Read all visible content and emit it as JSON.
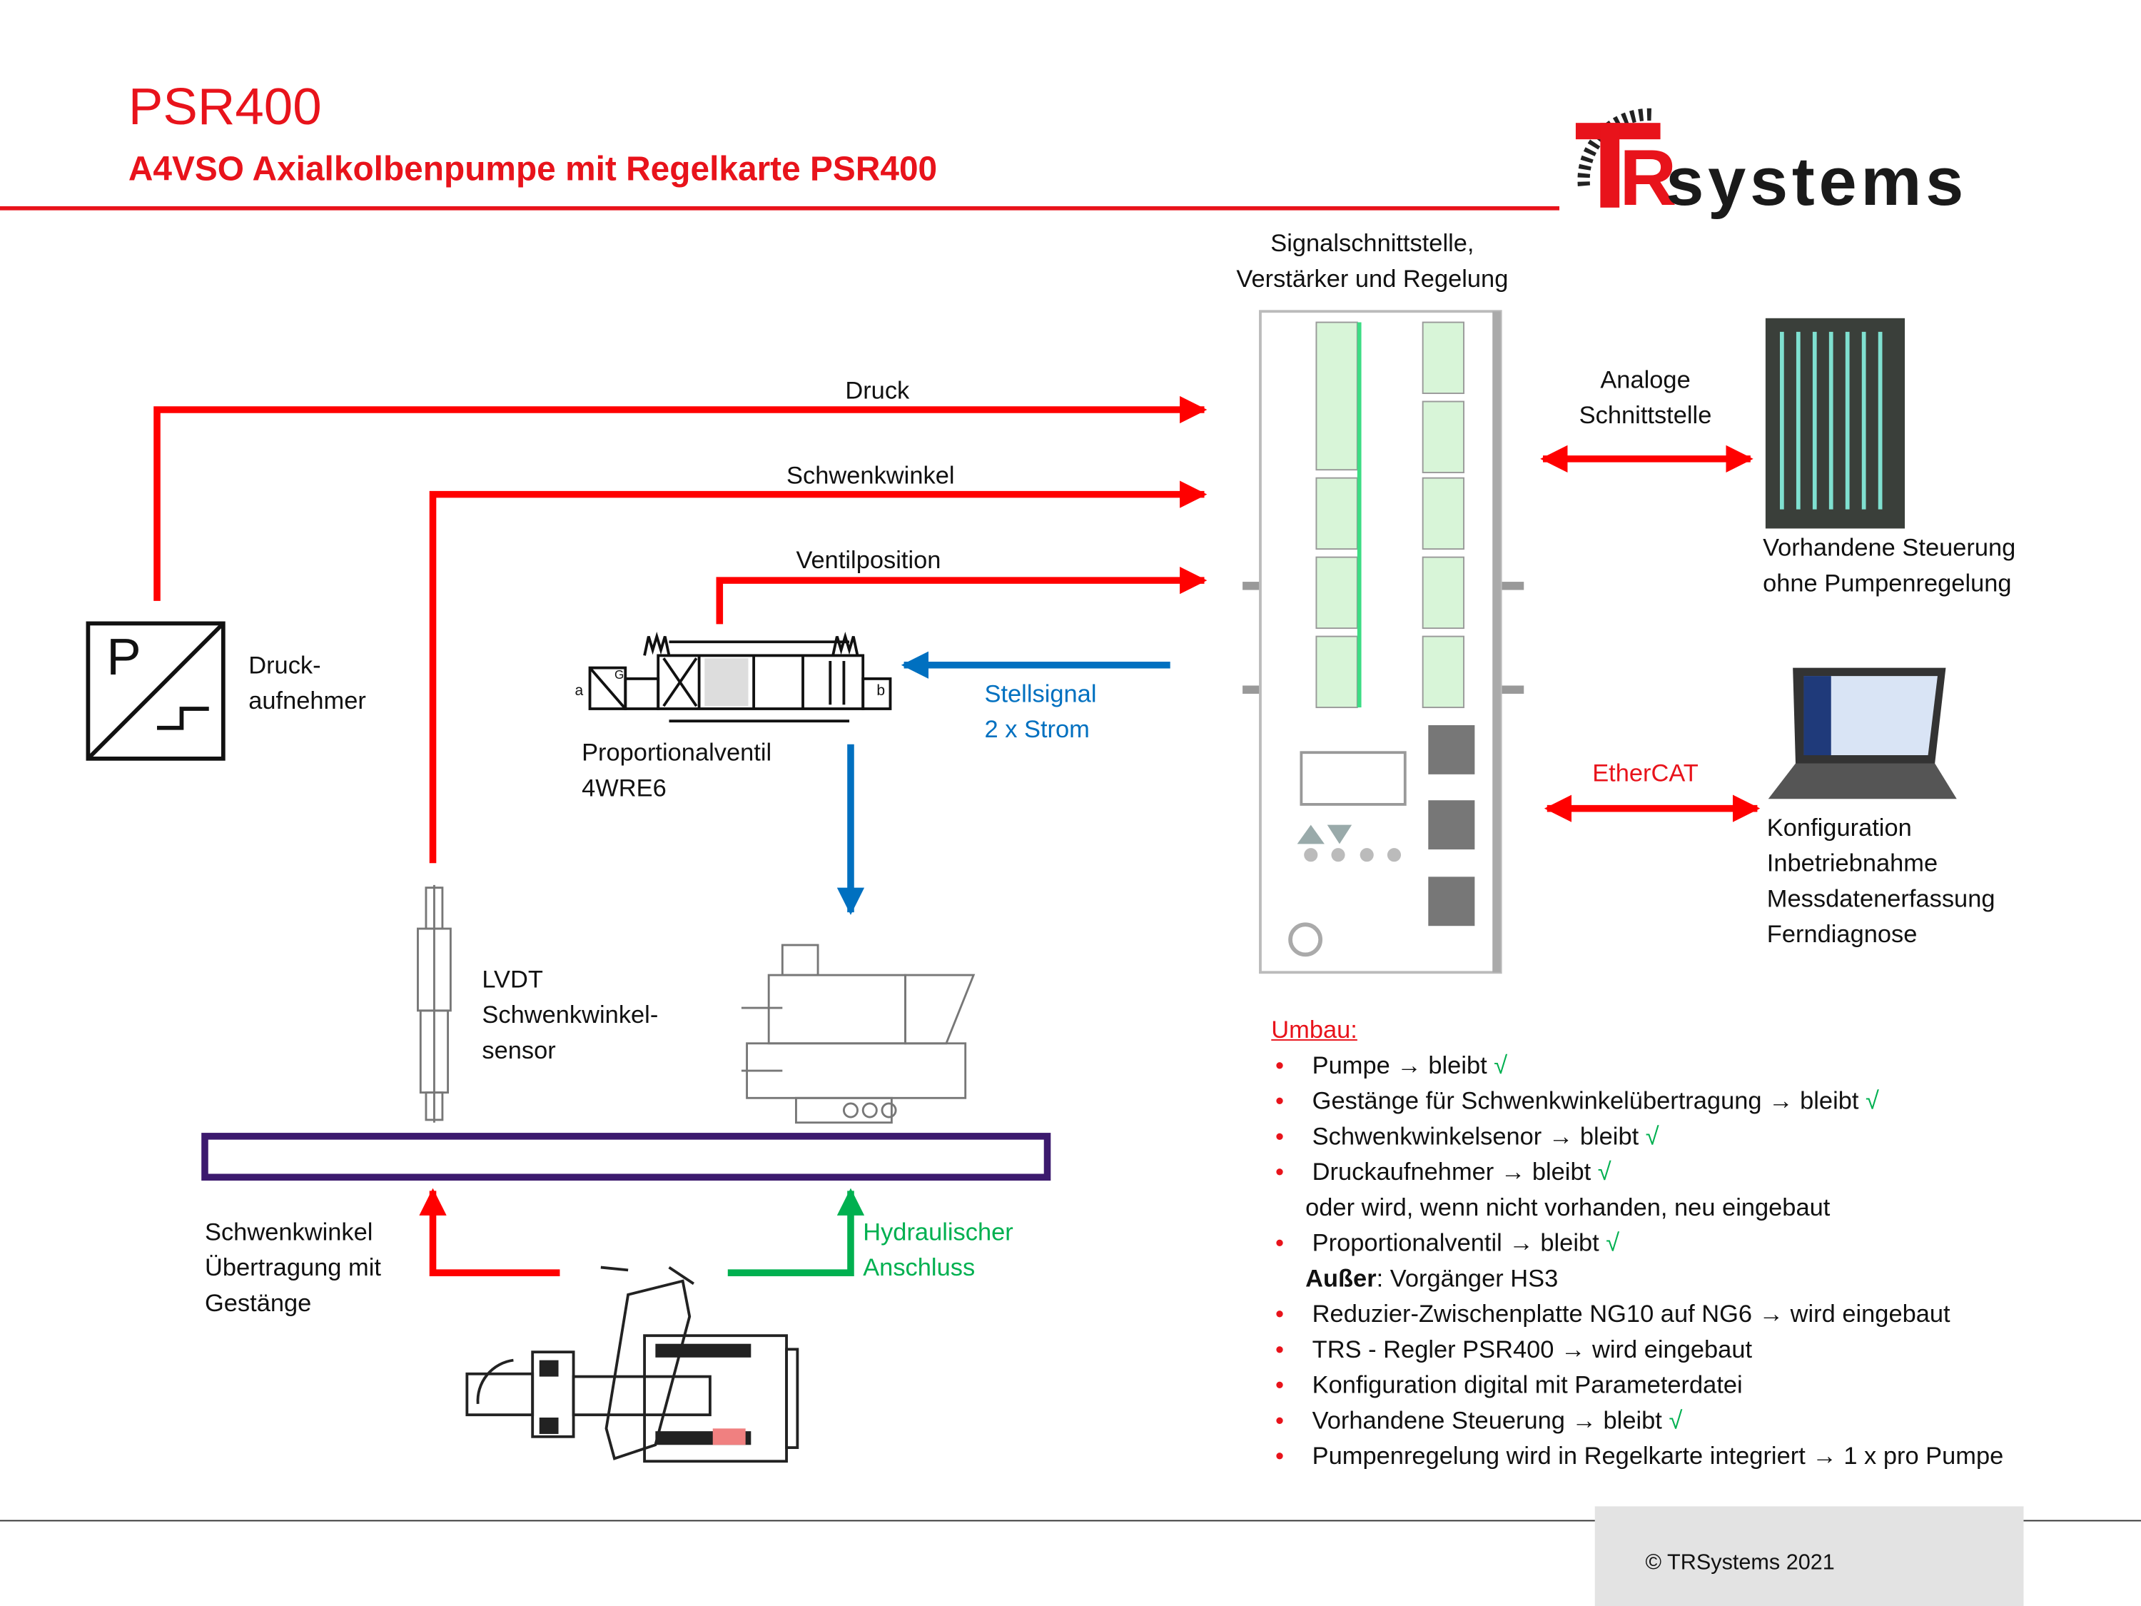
{
  "header": {
    "title": "PSR400",
    "subtitle": "A4VSO Axialkolbenpumpe mit Regelkarte PSR400",
    "logo_text": "TRsystems"
  },
  "colors": {
    "accent_red": "#e8131b",
    "signal_blue": "#0070c0",
    "hydraulic_green": "#00b050",
    "frame_purple": "#3c1a6e"
  },
  "device": {
    "label_line1": "Signalschnittstelle,",
    "label_line2": "Verstärker und Regelung"
  },
  "signals": {
    "druck": "Druck",
    "schwenkwinkel": "Schwenkwinkel",
    "ventilposition": "Ventilposition",
    "stellsignal_line1": "Stellsignal",
    "stellsignal_line2": "2 x Strom"
  },
  "sensor": {
    "line1": "Druck-",
    "line2": "aufnehmer",
    "symbol": "P"
  },
  "valve": {
    "line1": "Proportionalventil",
    "line2": "4WRE6",
    "port_a": "a",
    "port_b": "b",
    "g": "G"
  },
  "lvdt": {
    "line1": "LVDT",
    "line2": "Schwenkwinkel-",
    "line3": "sensor"
  },
  "linkage": {
    "line1": "Schwenkwinkel",
    "line2": "Übertragung mit",
    "line3": "Gestänge"
  },
  "hydraulic": {
    "line1": "Hydraulischer",
    "line2": "Anschluss"
  },
  "analog": {
    "line1": "Analoge",
    "line2": "Schnittstelle"
  },
  "plc": {
    "line1": "Vorhandene Steuerung",
    "line2": "ohne Pumpenregelung"
  },
  "ethercat": {
    "label": "EtherCAT"
  },
  "laptop": {
    "line1": "Konfiguration",
    "line2": "Inbetriebnahme",
    "line3": "Messdatenerfassung",
    "line4": "Ferndiagnose"
  },
  "umbau": {
    "heading": "Umbau:",
    "check": "√",
    "items": [
      {
        "text": "Pumpe → bleibt",
        "check": true
      },
      {
        "text": "Gestänge für Schwenkwinkelübertragung → bleibt",
        "check": true
      },
      {
        "text": "Schwenkwinkelsenor → bleibt",
        "check": true
      },
      {
        "text": "Druckaufnehmer → bleibt",
        "check": true
      },
      {
        "text": "Proportionalventil → bleibt",
        "check": true
      },
      {
        "text": "Reduzier-Zwischenplatte NG10 auf NG6 → wird eingebaut",
        "check": false
      },
      {
        "text": "TRS - Regler PSR400 → wird eingebaut",
        "check": false
      },
      {
        "text": "Konfiguration digital mit Parameterdatei",
        "check": false
      },
      {
        "text": "Vorhandene Steuerung → bleibt",
        "check": true
      },
      {
        "text": "Pumpenregelung wird in Regelkarte integriert → 1 x pro Pumpe",
        "check": false
      }
    ],
    "note_druck": "oder wird, wenn nicht vorhanden, neu eingebaut",
    "note_ventil_bold": "Außer",
    "note_ventil_rest": ": Vorgänger HS3"
  },
  "footer": {
    "copyright": "© TRSystems  2021"
  }
}
